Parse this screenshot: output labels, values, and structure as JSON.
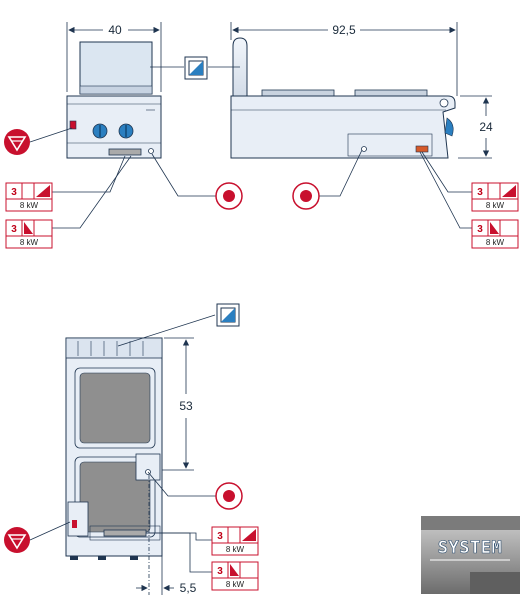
{
  "dimensions": {
    "front_width": "40",
    "side_length": "92,5",
    "side_height": "24",
    "top_depth": "53",
    "top_offset": "5,5"
  },
  "power_label": {
    "phases": "3",
    "power": "8 kW"
  },
  "colors": {
    "body": "#e8eef6",
    "outline": "#1f3550",
    "accent_red": "#c8102e",
    "connection_blue": "#2b7fc0",
    "plate": "#8f8f8f"
  },
  "icons": {
    "water_supply": "water-supply-symbol",
    "connection": "red-dot-connection",
    "equipotential": "equipotential-triangle-symbol",
    "phase_3": "three-phase-symbol",
    "phase_1": "single-phase-symbol"
  },
  "logo": {
    "text": "SYSTEM"
  }
}
